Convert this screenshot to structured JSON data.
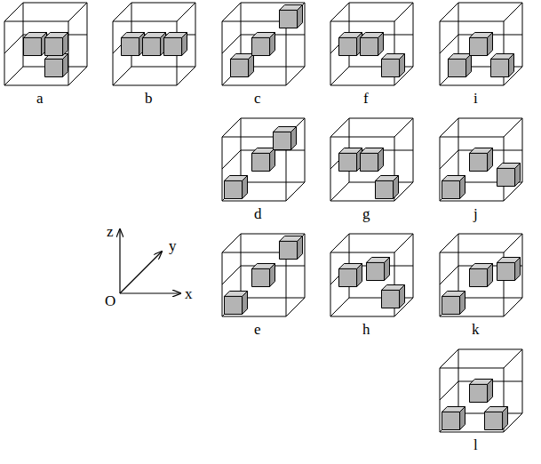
{
  "diagram": {
    "labels": [
      "a",
      "b",
      "c",
      "f",
      "i",
      "d",
      "g",
      "j",
      "e",
      "h",
      "k",
      "l",
      "z",
      "y",
      "O",
      "x"
    ]
  }
}
